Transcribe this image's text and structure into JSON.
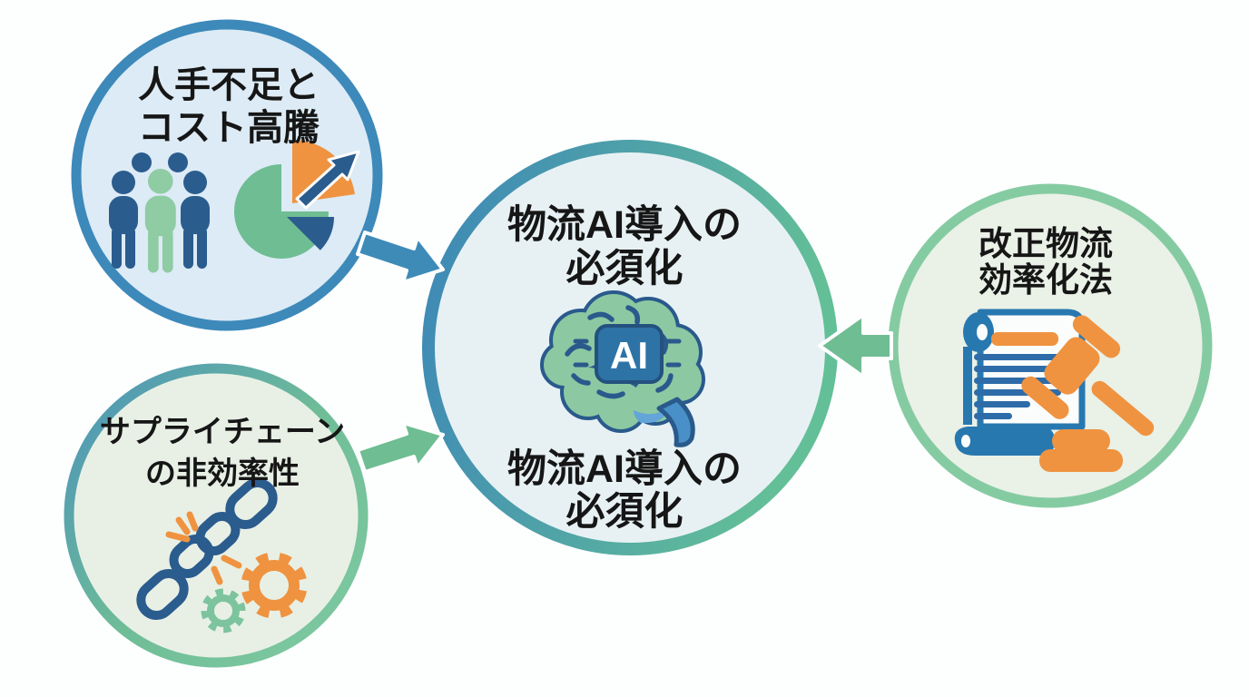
{
  "diagram": {
    "title_theme": "物流AI導入の必須化",
    "background": "#FDFEFE",
    "nodes": {
      "labor": {
        "line1": "人手不足と",
        "line2": "コスト高騰",
        "icons": [
          "people-group-icon",
          "pie-chart-growth-icon"
        ],
        "fill": "#DCEBF5",
        "border": "#3D89BA"
      },
      "supply": {
        "line1": "サプライチェーン",
        "line2": "の非効率性",
        "icons": [
          "broken-chain-icon",
          "gears-icon"
        ],
        "fill": "#E8F0E5",
        "border_gradient": [
          "#4A92BB",
          "#7EC9A0"
        ]
      },
      "center": {
        "top_line1": "物流AI導入の",
        "top_line2": "必須化",
        "bottom_line1": "物流AI導入の",
        "bottom_line2": "必須化",
        "ai_label": "AI",
        "icons": [
          "ai-brain-icon"
        ],
        "fill": "#E7F1F4",
        "border_gradient": [
          "#3C86B8",
          "#63BF97"
        ]
      },
      "law": {
        "line1": "改正物流",
        "line2": "効率化法",
        "icons": [
          "law-scroll-icon",
          "gavel-icon"
        ],
        "fill": "#EAF1E7",
        "border": "#85CBA2"
      }
    },
    "arrows": [
      {
        "name": "arrow-labor-to-center",
        "from": "labor",
        "to": "center",
        "color": "#3E8BB8"
      },
      {
        "name": "arrow-supply-to-center",
        "from": "supply",
        "to": "center",
        "color": "#6FBD92"
      },
      {
        "name": "arrow-law-to-center",
        "from": "law",
        "to": "center",
        "color": "#6FBD92"
      }
    ],
    "palette": {
      "dark_blue": "#2B5C8E",
      "scroll_blue": "#2878B0",
      "orange": "#EF9340",
      "brain_green": "#8CC8A2",
      "chip_blue": "#2E73A6",
      "person_green": "#8FCBA3",
      "gear_green": "#7DC49E",
      "stem_blue": "#4A90C8",
      "text": "#161616"
    }
  }
}
